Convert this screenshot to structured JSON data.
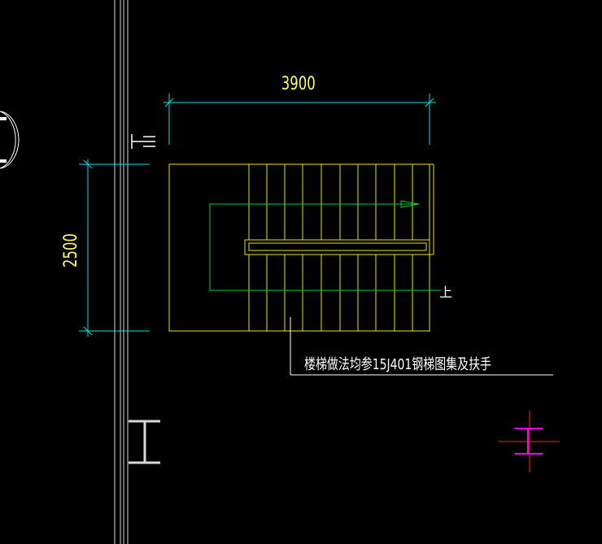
{
  "dimensions": {
    "width_label": "3900",
    "height_label": "2500"
  },
  "labels": {
    "up_marker": "上",
    "note": "楼梯做法均参15J401钢梯图集及扶手"
  },
  "colors": {
    "background": "#000000",
    "dimension_line": "#00e0e0",
    "dimension_text": "#ffff66",
    "stair_outline": "#e6e600",
    "walk_line": "#00cc33",
    "wall": "#d8d8d8",
    "leader": "#ffffff",
    "column_marker": "#ff00ff",
    "crosshair": "#ff2222"
  }
}
